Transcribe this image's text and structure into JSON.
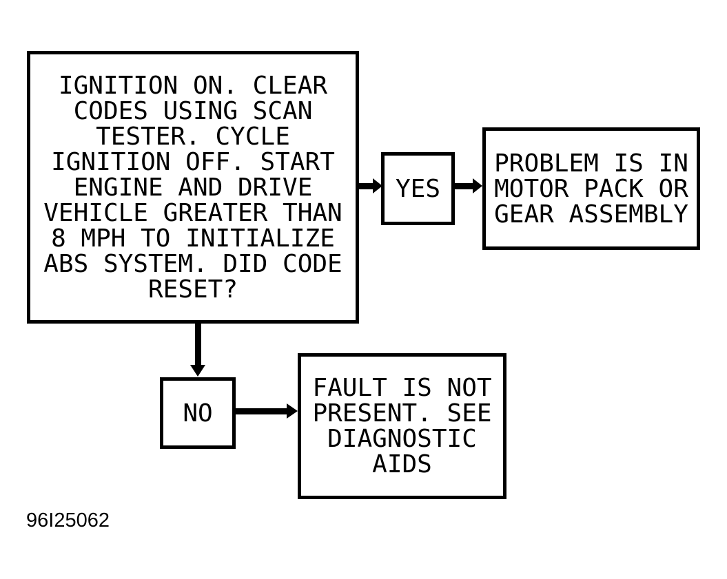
{
  "colors": {
    "background": "#ffffff",
    "ink": "#000000"
  },
  "figure_code": "96I25062",
  "flowchart": {
    "question_box": {
      "text": "IGNITION ON. CLEAR\nCODES USING SCAN\nTESTER. CYCLE\nIGNITION OFF. START\nENGINE AND DRIVE\nVEHICLE GREATER THAN\n8 MPH TO INITIALIZE\nABS SYSTEM. DID CODE\nRESET?"
    },
    "yes_branch": {
      "label_box": {
        "text": "YES"
      },
      "result_box": {
        "text": "PROBLEM IS IN\nMOTOR PACK OR\nGEAR ASSEMBLY"
      }
    },
    "no_branch": {
      "label_box": {
        "text": "NO"
      },
      "result_box": {
        "text": "FAULT IS NOT\nPRESENT. SEE\nDIAGNOSTIC\nAIDS"
      }
    }
  }
}
